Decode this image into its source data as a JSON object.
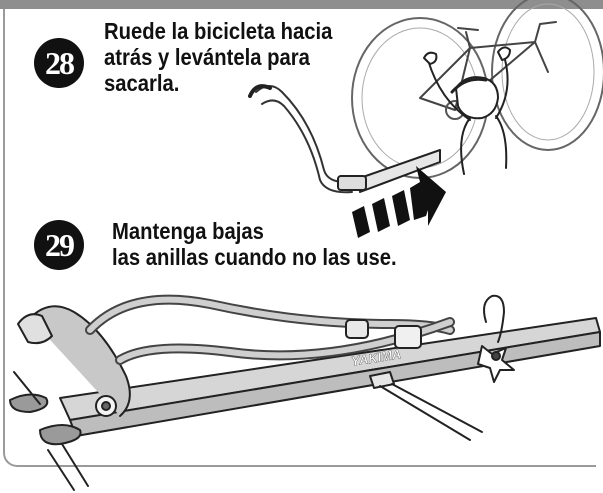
{
  "steps": [
    {
      "number": "28",
      "lines": [
        "Ruede la bicicleta hacia",
        "atrás y levántela para",
        "sacarla."
      ]
    },
    {
      "number": "29",
      "lines": [
        "Mantenga bajas",
        "las anillas cuando no las use."
      ]
    }
  ],
  "rack": {
    "brand": "YAKIMA",
    "brand_logo_rendered_as_image": true
  }
}
